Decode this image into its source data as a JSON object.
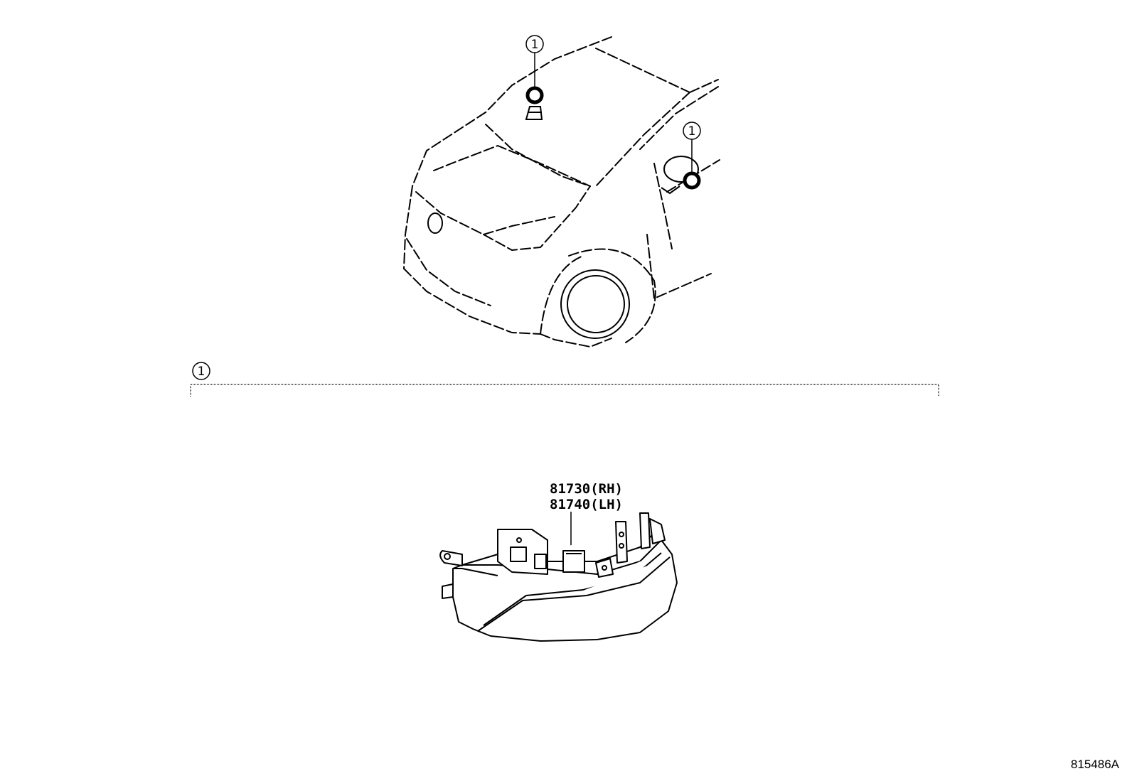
{
  "callouts": {
    "windshield": "1",
    "mirror": "1",
    "group": "1"
  },
  "parts": [
    {
      "number": "81730",
      "side": "(RH)"
    },
    {
      "number": "81740",
      "side": "(LH)"
    }
  ],
  "illustration_code": "815486A"
}
